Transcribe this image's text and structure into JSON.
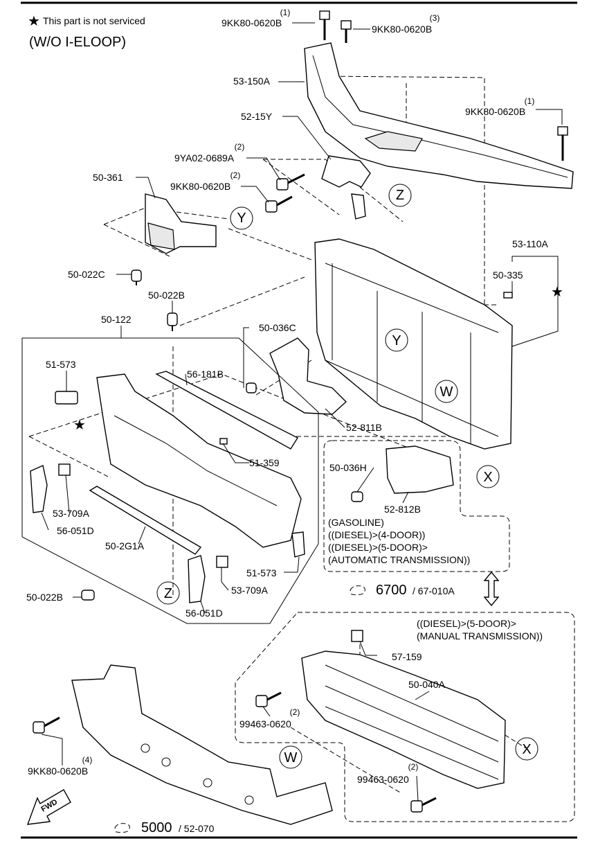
{
  "legend": {
    "star_note": "This part is not serviced",
    "variant": "(W/O I-ELOOP)"
  },
  "callouts": {
    "c_9kk80_top1": {
      "part": "9KK80-0620B",
      "qty": "(1)"
    },
    "c_9kk80_top3": {
      "part": "9KK80-0620B",
      "qty": "(3)"
    },
    "c_53_150a": {
      "part": "53-150A"
    },
    "c_9kk80_right1": {
      "part": "9KK80-0620B",
      "qty": "(1)"
    },
    "c_52_15y": {
      "part": "52-15Y"
    },
    "c_9ya02": {
      "part": "9YA02-0689A",
      "qty": "(2)"
    },
    "c_9kk80_mid2": {
      "part": "9KK80-0620B",
      "qty": "(2)"
    },
    "c_50_361": {
      "part": "50-361"
    },
    "c_53_110a": {
      "part": "53-110A"
    },
    "c_50_335": {
      "part": "50-335"
    },
    "c_50_022c": {
      "part": "50-022C"
    },
    "c_50_022b_top": {
      "part": "50-022B"
    },
    "c_50_122": {
      "part": "50-122"
    },
    "c_50_036c": {
      "part": "50-036C"
    },
    "c_51_573_l": {
      "part": "51-573"
    },
    "c_56_181b": {
      "part": "56-181B"
    },
    "c_52_811b": {
      "part": "52-811B"
    },
    "c_51_359": {
      "part": "51-359"
    },
    "c_50_036h": {
      "part": "50-036H"
    },
    "c_52_812b": {
      "part": "52-812B"
    },
    "c_53_709a_l": {
      "part": "53-709A"
    },
    "c_56_051d_l": {
      "part": "56-051D"
    },
    "c_50_2g1a": {
      "part": "50-2G1A"
    },
    "c_51_573_r": {
      "part": "51-573"
    },
    "c_53_709a_r": {
      "part": "53-709A"
    },
    "c_50_022b_bot": {
      "part": "50-022B"
    },
    "c_56_051d_r": {
      "part": "56-051D"
    },
    "c_57_159": {
      "part": "57-159"
    },
    "c_50_040a": {
      "part": "50-040A"
    },
    "c_99463_a": {
      "part": "99463-0620",
      "qty": "(2)"
    },
    "c_99463_b": {
      "part": "99463-0620",
      "qty": "(2)"
    },
    "c_9kk80_bot4": {
      "part": "9KK80-0620B",
      "qty": "(4)"
    }
  },
  "markers": {
    "y1": "Y",
    "y2": "Y",
    "z1": "Z",
    "z2": "Z",
    "w1": "W",
    "w2": "W",
    "x1": "X",
    "x2": "X"
  },
  "conditions": {
    "gasoline_block": [
      "(GASOLINE)",
      "((DIESEL)>(4-DOOR))",
      "((DIESEL)>(5-DOOR)>",
      "(AUTOMATIC TRANSMISSION))"
    ],
    "manual_block": [
      "((DIESEL)>(5-DOOR)>",
      "(MANUAL TRANSMISSION))"
    ]
  },
  "refs": {
    "ref_6700": {
      "main": "6700",
      "sub": "/ 67-010A"
    },
    "ref_5000": {
      "main": "5000",
      "sub": "/ 52-070"
    }
  },
  "fwd": "FWD"
}
